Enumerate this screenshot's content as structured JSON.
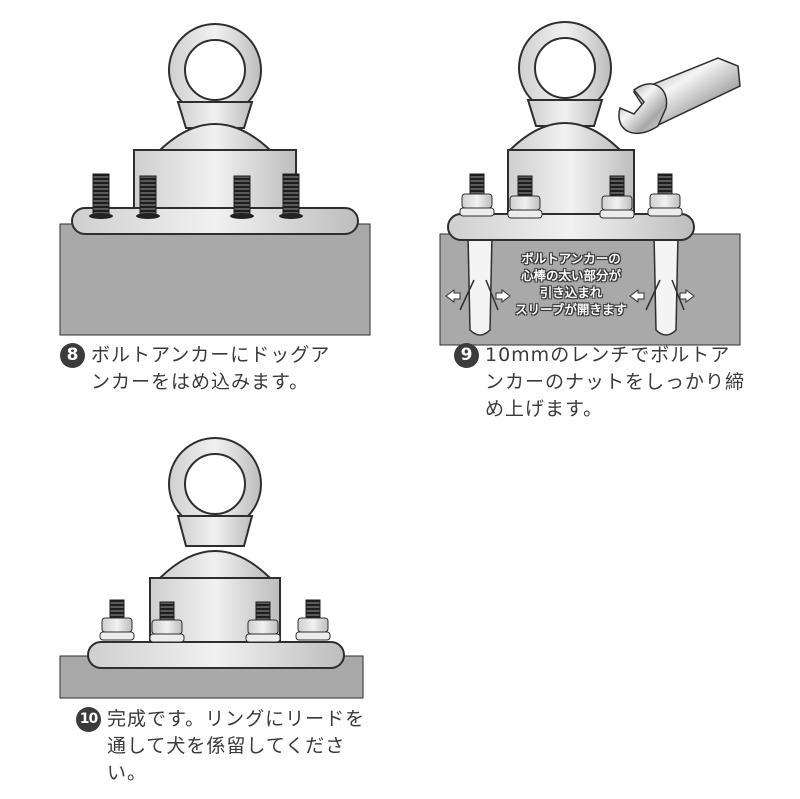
{
  "steps": [
    {
      "number": "8",
      "text_line1": "ボルトアンカーにドッグア",
      "text_line2": "ンカーをはめ込みます。"
    },
    {
      "number": "9",
      "text_line1": "10mmのレンチでボルトア",
      "text_line2": "ンカーのナットをしっかり締",
      "text_line3": "め上げます。",
      "callout": [
        "ボルトアンカーの",
        "心棒の太い部分が",
        "引き込まれ",
        "スリーブが開きます"
      ]
    },
    {
      "number": "10",
      "text_line1": "完成です。リングにリードを",
      "text_line2": "通して犬を係留してくださ",
      "text_line3": "い。"
    }
  ],
  "colors": {
    "ground": "#a9a9a9",
    "metal": "#e2e2e2",
    "outline": "#2e2e2e",
    "caption": "#3a3a3a",
    "badge": "#3b3b3b"
  }
}
